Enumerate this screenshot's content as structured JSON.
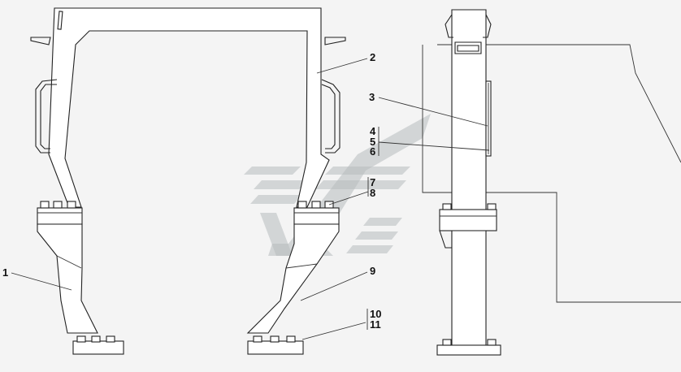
{
  "callouts": [
    {
      "id": "c1",
      "label": "1"
    },
    {
      "id": "c2",
      "label": "2"
    },
    {
      "id": "c3",
      "label": "3"
    },
    {
      "id": "c4",
      "label": "4"
    },
    {
      "id": "c5",
      "label": "5"
    },
    {
      "id": "c6",
      "label": "6"
    },
    {
      "id": "c7",
      "label": "7"
    },
    {
      "id": "c8",
      "label": "8"
    },
    {
      "id": "c9",
      "label": "9"
    },
    {
      "id": "c10",
      "label": "10"
    },
    {
      "id": "c11",
      "label": "11"
    }
  ],
  "colors": {
    "line": "#222222",
    "background": "#f4f4f4",
    "watermark": "#b7bbbd"
  }
}
